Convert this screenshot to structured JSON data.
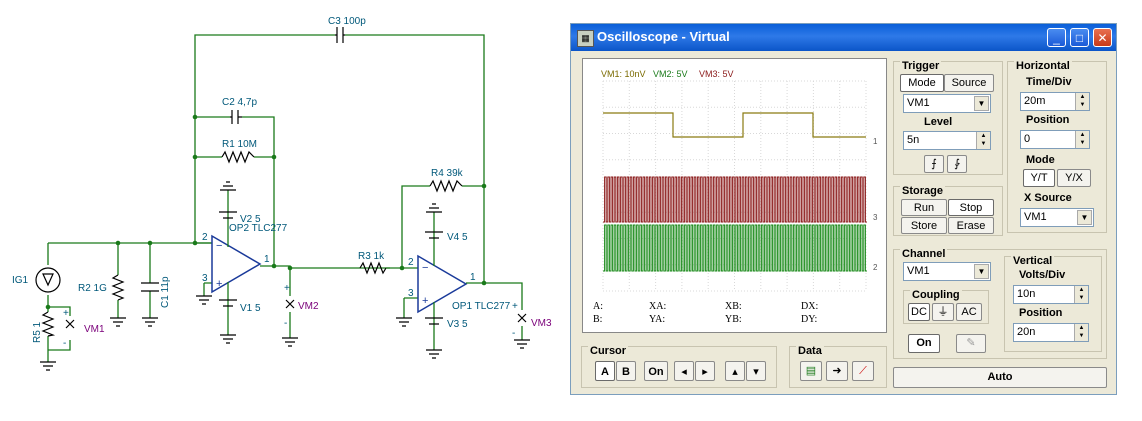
{
  "schematic": {
    "components": {
      "c3": "C3 100p",
      "c2": "C2 4,7p",
      "r1": "R1 10M",
      "r4": "R4 39k",
      "v2": "V2 5",
      "op2": "OP2 TLC277",
      "v4": "V4 5",
      "r3": "R3 1k",
      "ig1": "IG1",
      "r2": "R2 1G",
      "c1": "C1 11p",
      "v1": "V1 5",
      "op1": "OP1 TLC277",
      "v3": "V3 5",
      "r5": "R5 1"
    },
    "meters": {
      "vm1": "VM1",
      "vm2": "VM2",
      "vm3": "VM3"
    },
    "pins": {
      "p2": "2",
      "p3": "3",
      "p1": "1",
      "q2": "2",
      "q3": "3",
      "q1": "1"
    },
    "plus": "+",
    "minus": "-"
  },
  "window": {
    "title": "Oscilloscope - Virtual",
    "app_icon": "scope-app-icon",
    "minimize": "_",
    "maximize": "□",
    "close": "✕"
  },
  "screen": {
    "legend": [
      "VM1: 10nV",
      "VM2: 5V",
      "VM3: 5V"
    ],
    "legend_colors": [
      "#7a6a00",
      "#1a7a1a",
      "#8b1a1a"
    ],
    "trace_colors": {
      "vm1": "#8a7a10",
      "vm3": "#8b1a1a",
      "vm2": "#1a8a1a"
    },
    "markers": {
      "vm1": "1",
      "vm3": "3",
      "vm2": "2"
    },
    "cursor_readout": {
      "a": "A:",
      "b": "B:",
      "xa": "XA:",
      "ya": "YA:",
      "xb": "XB:",
      "yb": "YB:",
      "dx": "DX:",
      "dy": "DY:"
    }
  },
  "trigger": {
    "caption": "Trigger",
    "mode_label": "Mode",
    "source_label": "Source",
    "source_value": "VM1",
    "level_label": "Level",
    "level_value": "5n",
    "rising_edge": "⨍",
    "falling_edge": "⨑"
  },
  "horizontal": {
    "caption": "Horizontal",
    "time_div_label": "Time/Div",
    "time_div_value": "20m",
    "position_label": "Position",
    "position_value": "0",
    "mode_label": "Mode",
    "mode_yt": "Y/T",
    "mode_yx": "Y/X",
    "x_source_label": "X Source",
    "x_source_value": "VM1"
  },
  "storage": {
    "caption": "Storage",
    "run": "Run",
    "stop": "Stop",
    "store": "Store",
    "erase": "Erase"
  },
  "channel": {
    "caption": "Channel",
    "value": "VM1",
    "coupling_caption": "Coupling",
    "dc": "DC",
    "gnd": "⏚",
    "ac": "AC",
    "on": "On"
  },
  "vertical": {
    "caption": "Vertical",
    "volts_div_label": "Volts/Div",
    "volts_div_value": "10n",
    "position_label": "Position",
    "position_value": "20n"
  },
  "cursor": {
    "caption": "Cursor",
    "a": "A",
    "b": "B",
    "on": "On",
    "left": "◂",
    "right": "▸",
    "up": "▴",
    "down": "▾"
  },
  "data_panel": {
    "caption": "Data"
  },
  "auto": "Auto"
}
